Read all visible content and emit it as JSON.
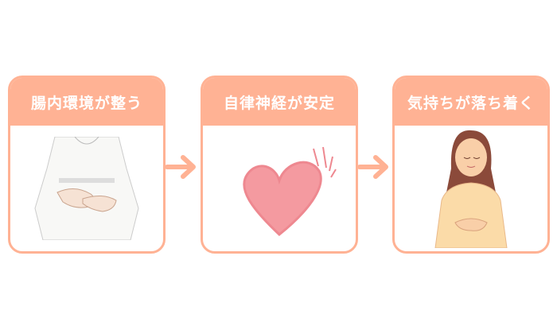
{
  "steps": [
    {
      "title": "腸内環境が整う",
      "image": "woman-holding-belly"
    },
    {
      "title": "自律神経が安定",
      "image": "pink-heart"
    },
    {
      "title": "気持ちが落ち着く",
      "image": "calm-woman"
    }
  ],
  "colors": {
    "accent": "#FFB294",
    "heart": "#F49AA0",
    "skin": "#F9CFA8",
    "shirt": "#FBDBA8"
  }
}
